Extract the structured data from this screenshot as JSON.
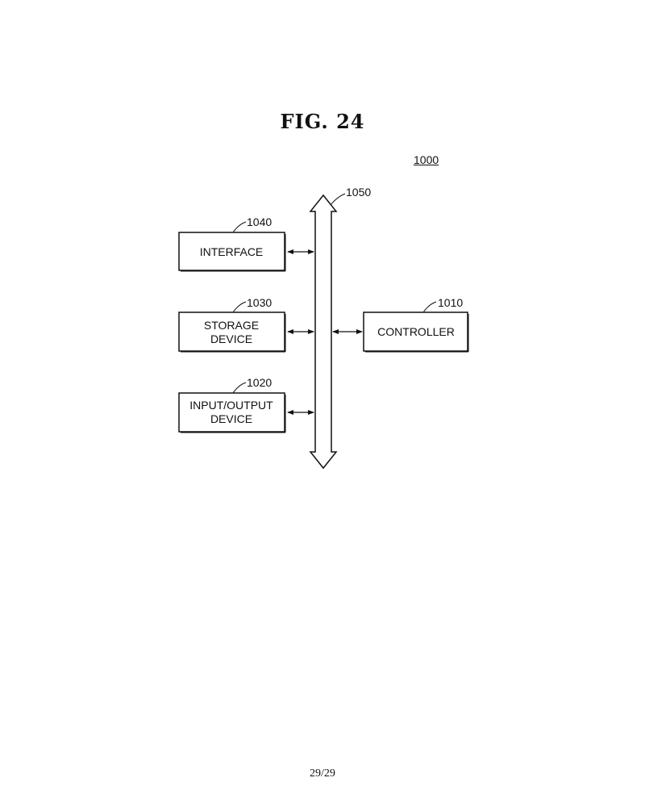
{
  "figure": {
    "title": "FIG. 24",
    "reference": "1000"
  },
  "bus": {
    "ref": "1050"
  },
  "blocks": [
    {
      "id": "interface",
      "ref": "1040",
      "lines": [
        "INTERFACE"
      ]
    },
    {
      "id": "storage",
      "ref": "1030",
      "lines": [
        "STORAGE",
        "DEVICE"
      ]
    },
    {
      "id": "io",
      "ref": "1020",
      "lines": [
        "INPUT/OUTPUT",
        "DEVICE"
      ]
    },
    {
      "id": "controller",
      "ref": "1010",
      "lines": [
        "CONTROLLER"
      ]
    }
  ],
  "page": {
    "number": "29/29"
  }
}
